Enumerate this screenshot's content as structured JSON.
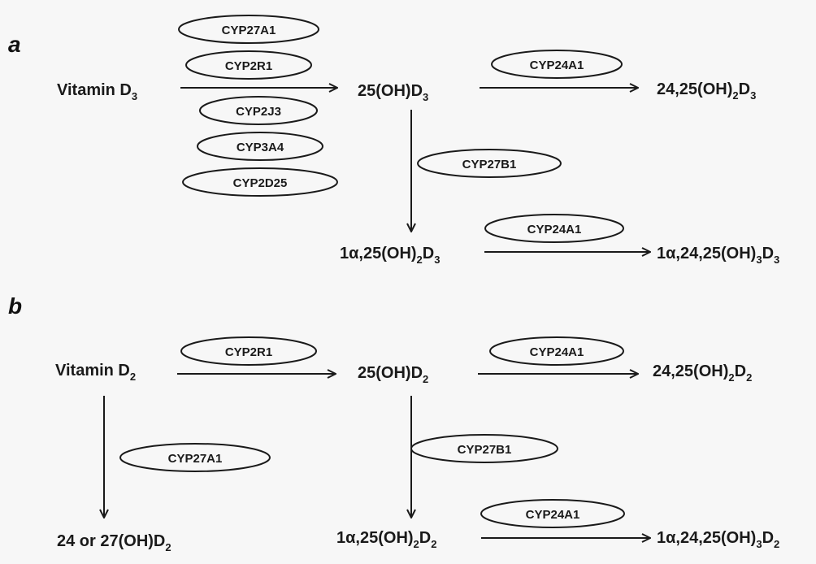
{
  "panels": {
    "a": "a",
    "b": "b"
  },
  "nodes": {
    "vitD3": [
      "Vitamin D",
      "3"
    ],
    "oh25D3": [
      "25(OH)D",
      "3"
    ],
    "oh2425D3": [
      "24,25(OH)",
      "2",
      "D",
      "3"
    ],
    "oh125D3": [
      "1α,25(OH)",
      "2",
      "D",
      "3"
    ],
    "oh12425D3": [
      "1α,24,25(OH)",
      "3",
      "D",
      "3"
    ],
    "vitD2": [
      "Vitamin D",
      "2"
    ],
    "oh25D2": [
      "25(OH)D",
      "2"
    ],
    "oh2425D2": [
      "24,25(OH)",
      "2",
      "D",
      "2"
    ],
    "oh2427D2": [
      "24 or 27(OH)D",
      "2"
    ],
    "oh125D2": [
      "1α,25(OH)",
      "2",
      "D",
      "2"
    ],
    "oh12425D2": [
      "1α,24,25(OH)",
      "3",
      "D",
      "2"
    ]
  },
  "enzymes": {
    "a_vitD3_25": [
      "CYP27A1",
      "CYP2R1",
      "CYP2J3",
      "CYP3A4",
      "CYP2D25"
    ],
    "a_25_2425": "CYP24A1",
    "a_25_125": "CYP27B1",
    "a_125_12425": "CYP24A1",
    "b_vitD2_25": "CYP2R1",
    "b_25_2425": "CYP24A1",
    "b_vitD2_2427": "CYP27A1",
    "b_25_125": "CYP27B1",
    "b_125_12425": "CYP24A1"
  }
}
